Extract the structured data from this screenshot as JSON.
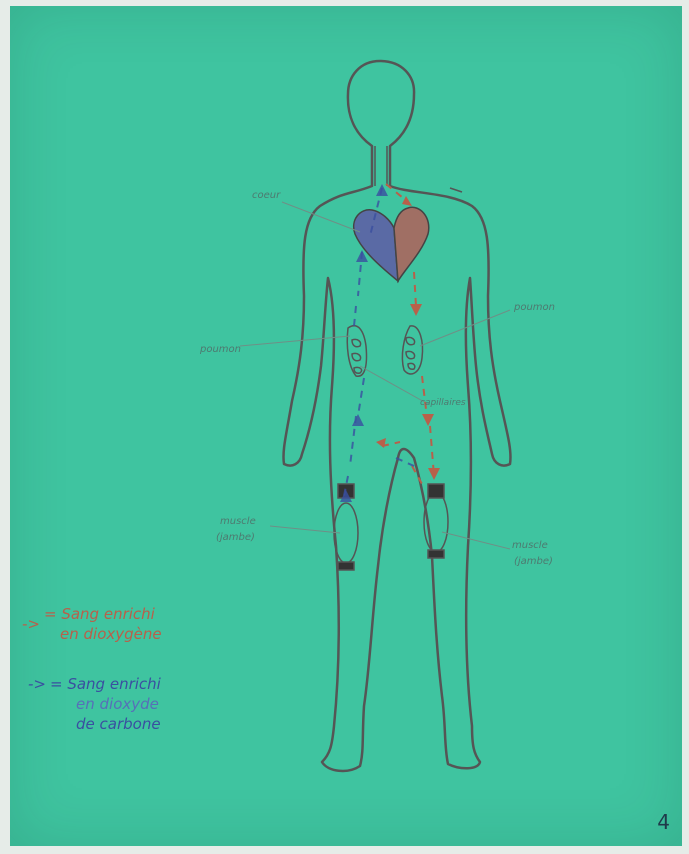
{
  "labels": {
    "heart": "coeur",
    "lung_left": "poumon",
    "lung_right": "poumon",
    "capillaries": "capillaires",
    "muscle_left_line1": "muscle",
    "muscle_left_line2": "(jambe)",
    "muscle_right_line1": "muscle",
    "muscle_right_line2": "(jambe)"
  },
  "legend": {
    "red_arrow": "->",
    "red_line1": "= Sang enrichi",
    "red_line2": "en dioxygène",
    "blue_arrow": "->",
    "blue_line1": "= Sang enrichi",
    "blue_line2": "en dioxyde",
    "blue_line3": "de carbone"
  },
  "page_number": "4",
  "colors": {
    "oxygen_red": "#b8604a",
    "co2_blue": "#3a4fa0",
    "outline": "#5a5a5a",
    "paper": "#3fc4a0"
  }
}
